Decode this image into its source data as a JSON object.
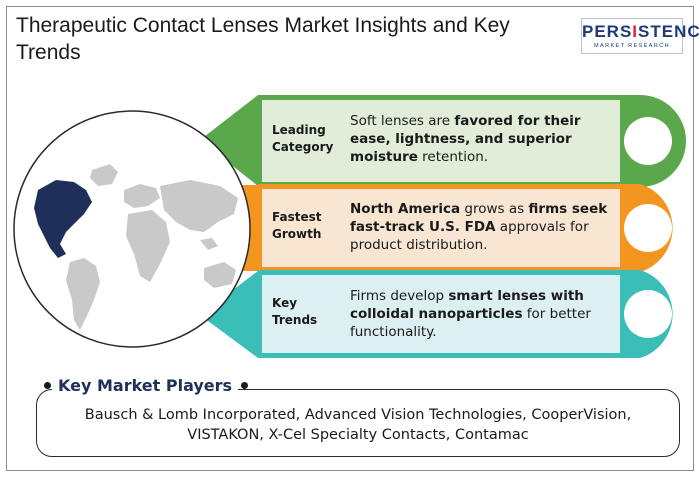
{
  "header": {
    "title": "Therapeutic Contact Lenses Market Insights and Key Trends"
  },
  "logo": {
    "main_a": "PERS",
    "main_b": "I",
    "main_c": "STENCE",
    "sub": "MARKET RESEARCH"
  },
  "bands": [
    {
      "label_line1": "Leading",
      "label_line2": "Category",
      "color": "#5aa84b",
      "fill": "#e2edd9",
      "desc_html": "Soft lenses are <b>favored for their ease, lightness, and superior moisture</b> retention."
    },
    {
      "label_line1": "Fastest",
      "label_line2": "Growth",
      "color": "#f3961f",
      "fill": "#f8e6d3",
      "desc_html": "<b>North America</b> grows as <b>firms seek fast-track U.S. FDA</b> approvals for product distribution."
    },
    {
      "label_line1": "Key",
      "label_line2": "Trends",
      "color": "#3bbdb8",
      "fill": "#dceff1",
      "desc_html": "Firms develop <b>smart lenses with colloidal nanoparticles</b> for better functionality."
    }
  ],
  "players": {
    "title": "Key Market Players",
    "text": "Bausch & Lomb Incorporated, Advanced Vision Technologies, CooperVision, VISTAKON, X-Cel Specialty Contacts, Contamac"
  },
  "colors": {
    "green": "#5aa84b",
    "orange": "#f3961f",
    "teal": "#3bbdb8",
    "navy": "#1e2f5a",
    "highlight_region": "#1e2f5a",
    "map_gray": "#c9c9c9"
  },
  "icons": [
    "globe-map-icon"
  ]
}
